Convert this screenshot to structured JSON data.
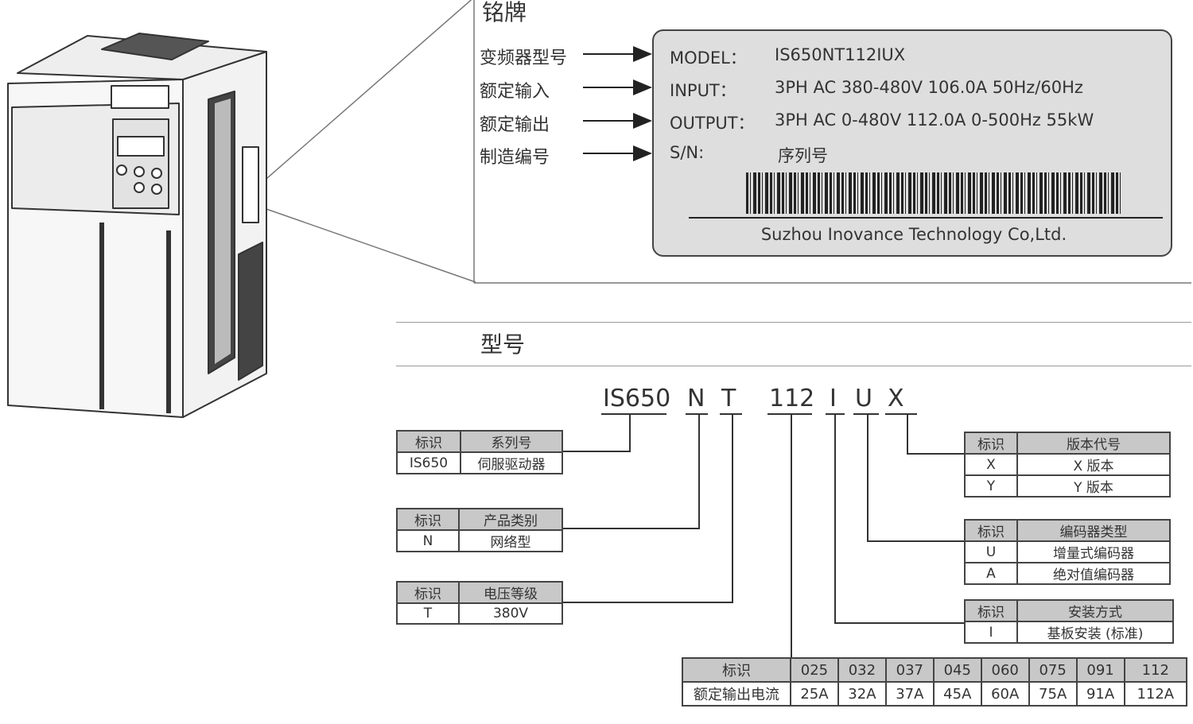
{
  "nameplate": {
    "title": "铭牌",
    "callouts": [
      "变频器型号",
      "额定输入",
      "额定输出",
      "制造编号"
    ],
    "rows": [
      {
        "key": "MODEL：",
        "value": "IS650NT112IUX"
      },
      {
        "key": "INPUT：",
        "value": "3PH AC  380-480V 106.0A  50Hz/60Hz"
      },
      {
        "key": "OUTPUT：",
        "value": "3PH AC  0-480V  112.0A  0-500Hz 55kW"
      },
      {
        "key": "S/N:",
        "value": "序列号"
      }
    ],
    "company": "Suzhou Inovance Technology Co,Ltd."
  },
  "model": {
    "title": "型号",
    "code_parts": [
      "IS650",
      "N",
      "T",
      "112",
      "I",
      "U",
      "X"
    ],
    "series": {
      "headers": [
        "标识",
        "系列号"
      ],
      "rows": [
        [
          "IS650",
          "伺服驱动器"
        ]
      ]
    },
    "category": {
      "headers": [
        "标识",
        "产品类别"
      ],
      "rows": [
        [
          "N",
          "网络型"
        ]
      ]
    },
    "voltage": {
      "headers": [
        "标识",
        "电压等级"
      ],
      "rows": [
        [
          "T",
          "380V"
        ]
      ]
    },
    "version": {
      "headers": [
        "标识",
        "版本代号"
      ],
      "rows": [
        [
          "X",
          "X 版本"
        ],
        [
          "Y",
          "Y 版本"
        ]
      ]
    },
    "encoder": {
      "headers": [
        "标识",
        "编码器类型"
      ],
      "rows": [
        [
          "U",
          "增量式编码器"
        ],
        [
          "A",
          "绝对值编码器"
        ]
      ]
    },
    "mounting": {
      "headers": [
        "标识",
        "安装方式"
      ],
      "rows": [
        [
          "I",
          "基板安装 (标准)"
        ]
      ]
    },
    "current": {
      "header_label": "标识",
      "row_label": "额定输出电流",
      "codes": [
        "025",
        "032",
        "037",
        "045",
        "060",
        "075",
        "091",
        "112"
      ],
      "values": [
        "25A",
        "32A",
        "37A",
        "45A",
        "60A",
        "75A",
        "91A",
        "112A"
      ]
    }
  }
}
